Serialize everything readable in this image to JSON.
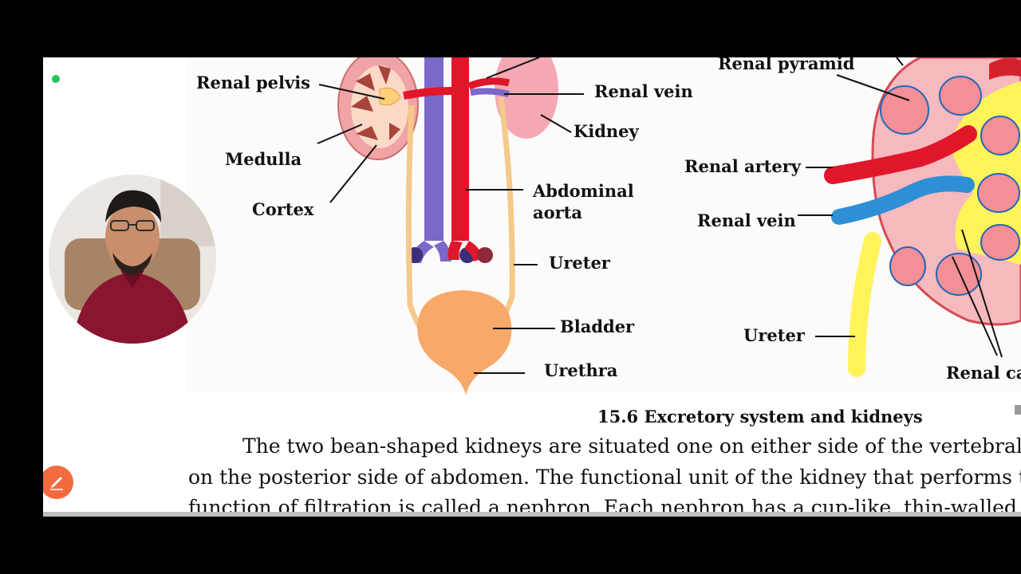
{
  "labels": {
    "renal_pelvis": "Renal pelvis",
    "medulla": "Medulla",
    "cortex": "Cortex",
    "renal_vein_left": "Renal vein",
    "kidney": "Kidney",
    "abdominal_aorta_1": "Abdominal",
    "abdominal_aorta_2": "aorta",
    "ureter_left": "Ureter",
    "bladder": "Bladder",
    "urethra": "Urethra",
    "renal_pyramid": "Renal pyramid",
    "renal_artery": "Renal artery",
    "renal_vein_right": "Renal vein",
    "ureter_right": "Ureter",
    "renal_calyx": "Renal ca"
  },
  "caption": "15.6 Excretory system and kidneys",
  "paragraph": [
    "The two bean-shaped kidneys are situated one on either side of the vertebral co",
    "on the posterior side of abdomen. The functional unit of the kidney that performs the",
    "function of filtration is called a nephron. Each nephron has a cup-like, thin-walled"
  ],
  "colors": {
    "artery": "#e0162b",
    "vein": "#7b68c8",
    "vein_blue": "#2f8fd6",
    "ureter": "#f4c98a",
    "bladder": "#f8a868",
    "kidney": "#f4a0a8",
    "medulla": "#b5443e",
    "pelvis_yellow": "#fff35a",
    "accent_button": "#f26a3d",
    "rec_indicator": "#22c55e"
  },
  "icons": {
    "pen": "pen-edit-icon",
    "recording": "recording-dot-icon"
  }
}
